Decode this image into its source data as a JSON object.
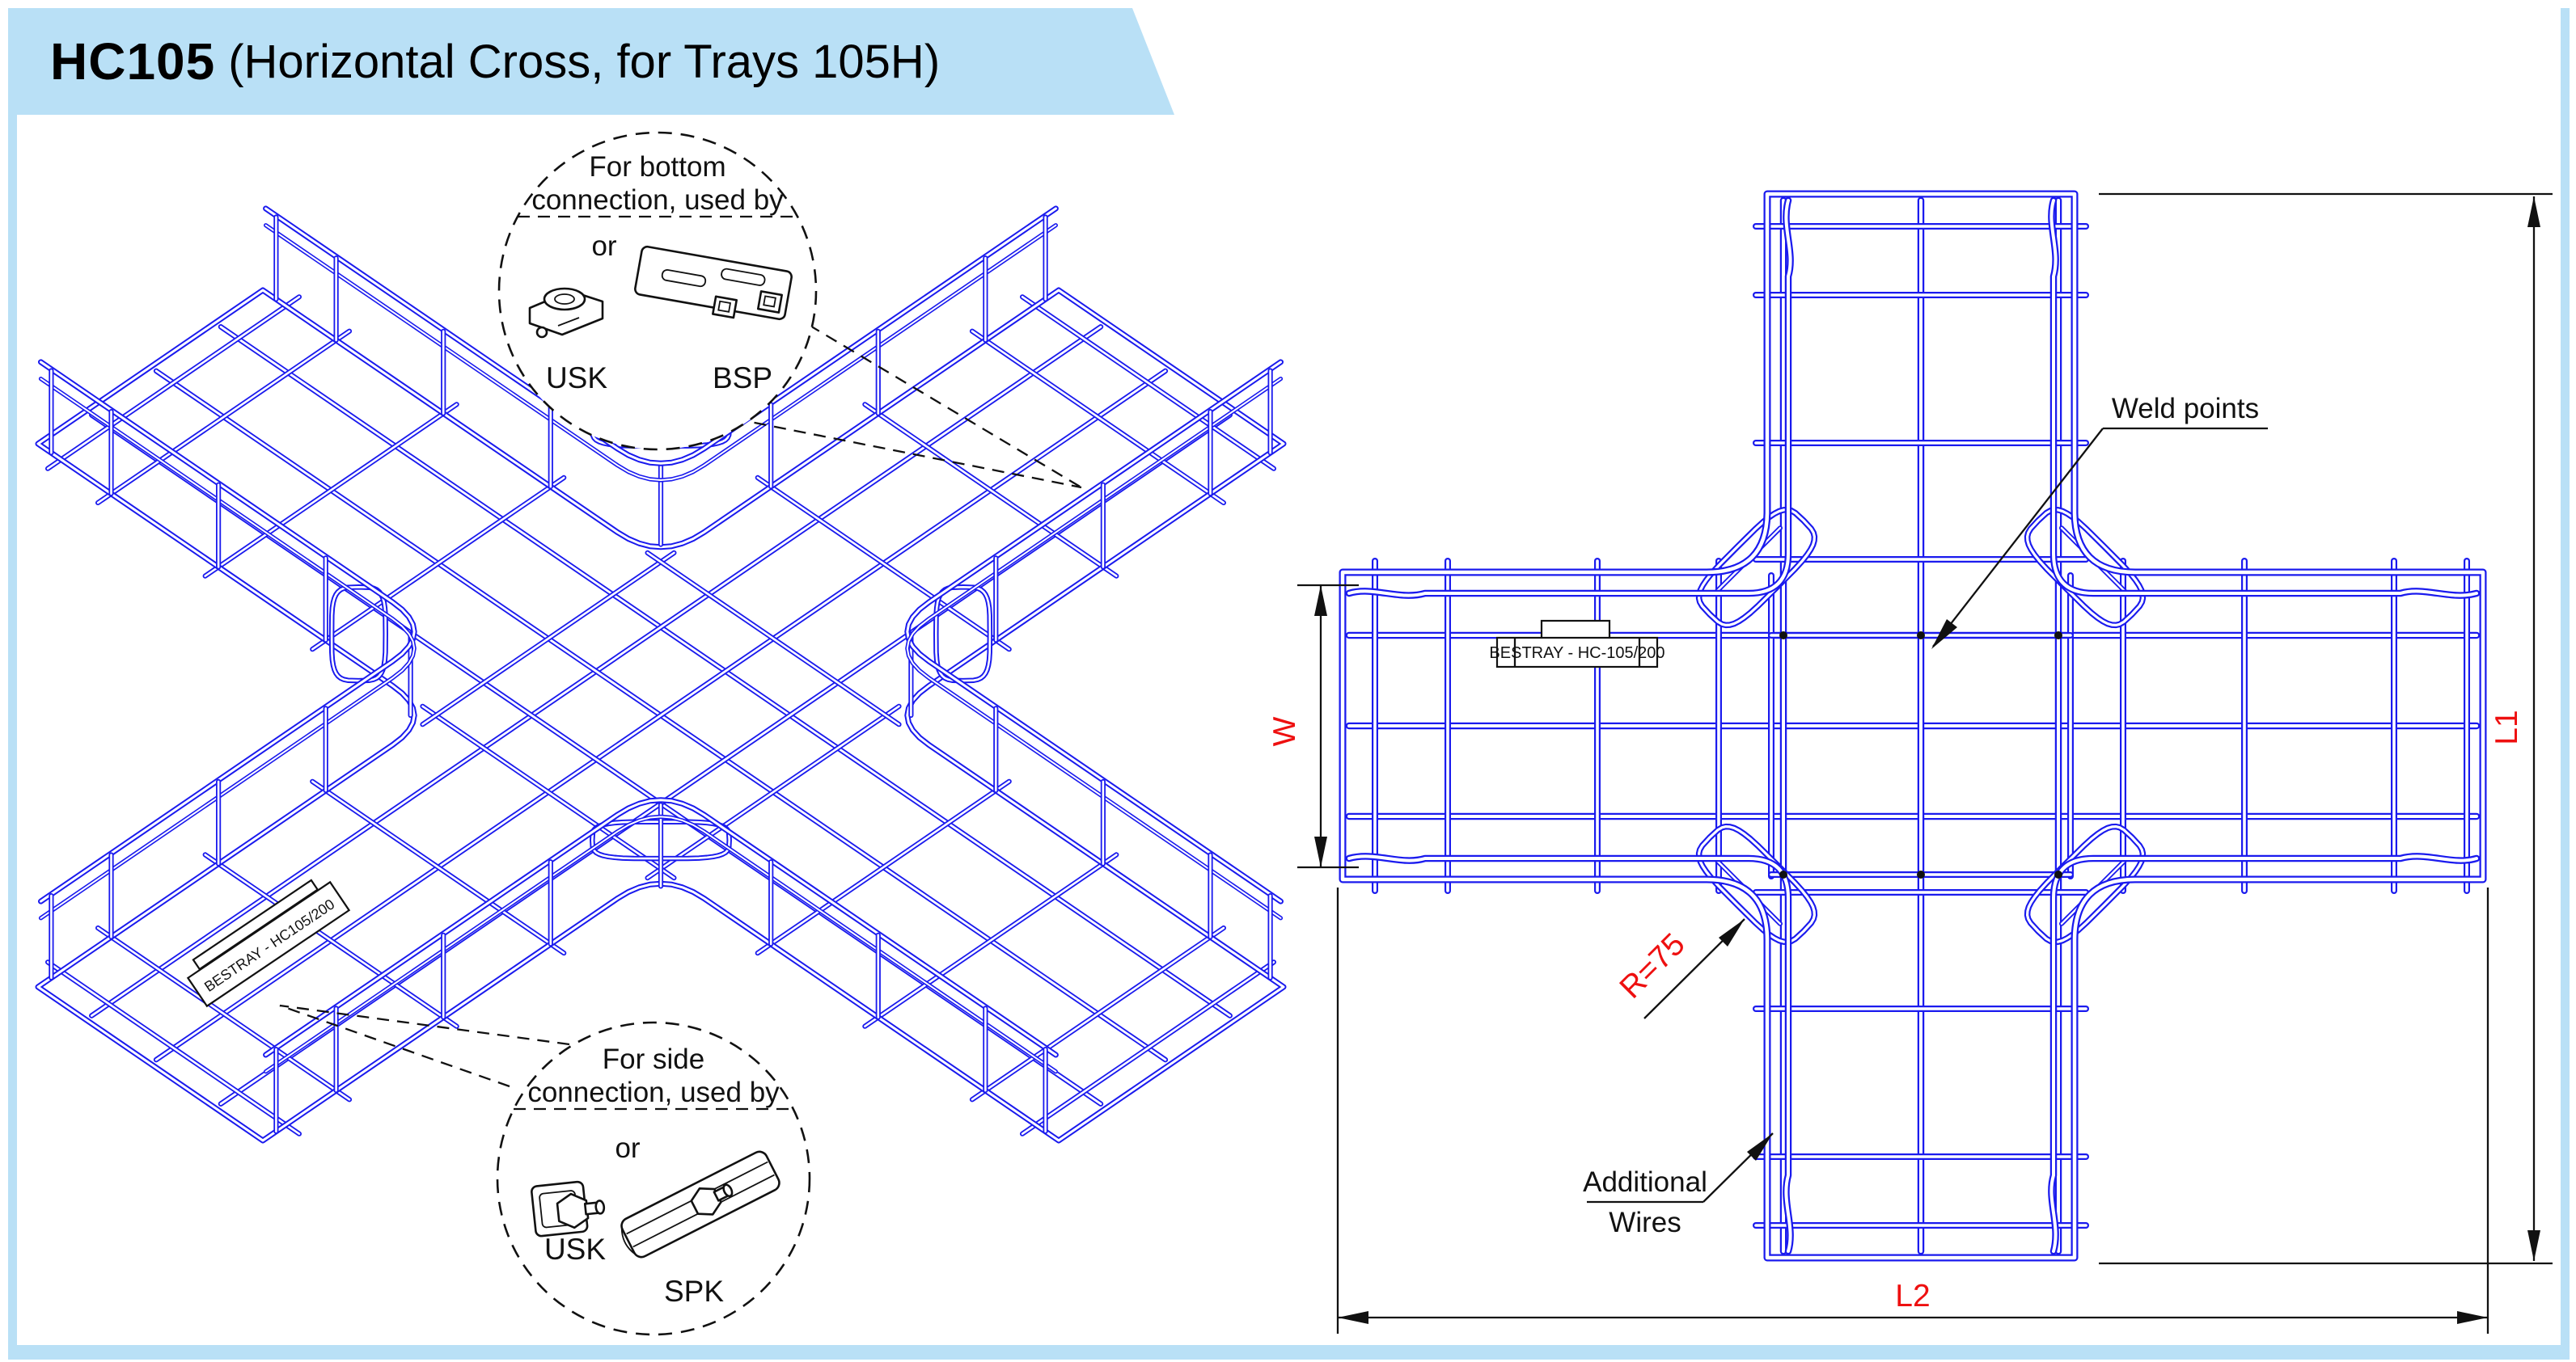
{
  "header": {
    "code": "HC105",
    "subtitle": "(Horizontal Cross, for Trays 105H)"
  },
  "detail_bubbles": {
    "bottom_connection": {
      "title_line1": "For bottom",
      "title_line2": "connection, used by",
      "or_label": "or",
      "options": [
        {
          "label": "USK"
        },
        {
          "label": "BSP"
        }
      ]
    },
    "side_connection": {
      "title_line1": "For side",
      "title_line2": "connection, used by",
      "or_label": "or",
      "options": [
        {
          "label": "USK"
        },
        {
          "label": "SPK"
        }
      ]
    }
  },
  "iso_view": {
    "tray_label": "BESTRAY - HC105/200"
  },
  "plan_view": {
    "tray_label": "BESTRAY - HC-105/200",
    "weld_points_label": "Weld points",
    "radius_label": "R=75",
    "additional_wires_line1": "Additional",
    "additional_wires_line2": "Wires",
    "dim_w": "W",
    "dim_l1": "L1",
    "dim_l2": "L2"
  },
  "colors": {
    "banner": "#b9e0f6",
    "wire": "#1a1aee",
    "dim_red": "#ee1010",
    "ink": "#111111"
  }
}
